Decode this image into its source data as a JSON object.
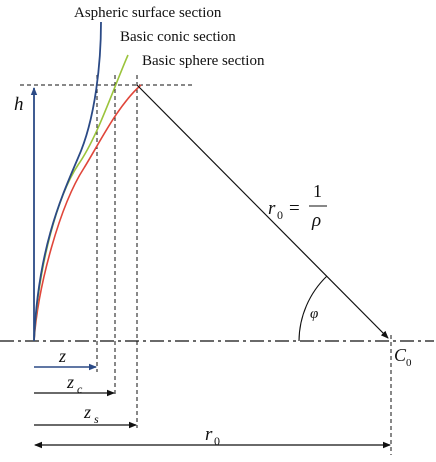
{
  "labels": {
    "aspheric": "Aspheric surface section",
    "conic": "Basic conic section",
    "sphere": "Basic sphere section",
    "h": "h",
    "r0_lhs": "r",
    "r0_sub": "0",
    "r0_eq": "=",
    "frac_num": "1",
    "frac_den": "ρ",
    "phi": "φ",
    "c0_main": "C",
    "c0_sub": "0",
    "z": "z",
    "zc_main": "z",
    "zc_sub": "c",
    "zs_main": "z",
    "zs_sub": "s",
    "r0b_main": "r",
    "r0b_sub": "0"
  },
  "colors": {
    "aspheric": "#2b4a86",
    "conic": "#9bc43c",
    "sphere": "#e0463a",
    "axis": "#111111",
    "h_arrow": "#2b4a86",
    "z_arrow": "#2b4a86"
  }
}
